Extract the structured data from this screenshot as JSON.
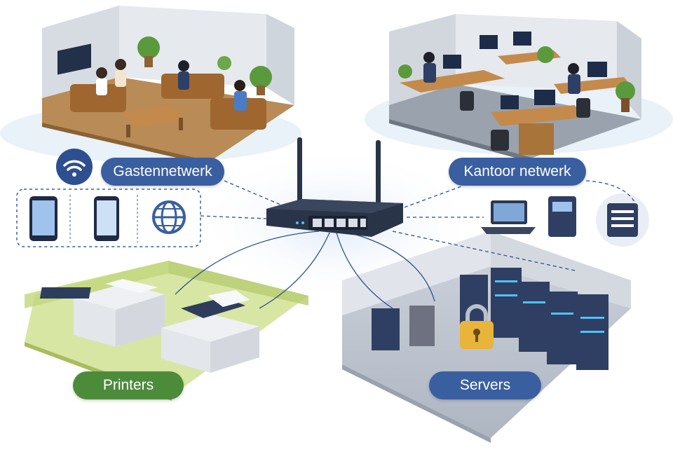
{
  "labels": {
    "guest": "Gastennetwerk",
    "office": "Kantoor netwerk",
    "printers": "Printers",
    "servers": "Servers"
  },
  "colors": {
    "blue_pill": "#3a5fa0",
    "green_pill": "#4c8b3a",
    "router": "#2a3448",
    "server_rack": "#2f3f63",
    "lock": "#e8b43a",
    "printer_zone": "#c8dc8a"
  },
  "icons": [
    "wifi-icon",
    "tablet-icon",
    "phone-icon",
    "globe-icon",
    "laptop-icon",
    "desktop-tower-icon",
    "network-storage-icon",
    "lock-icon",
    "router-icon",
    "printer-icon",
    "server-rack-icon"
  ]
}
